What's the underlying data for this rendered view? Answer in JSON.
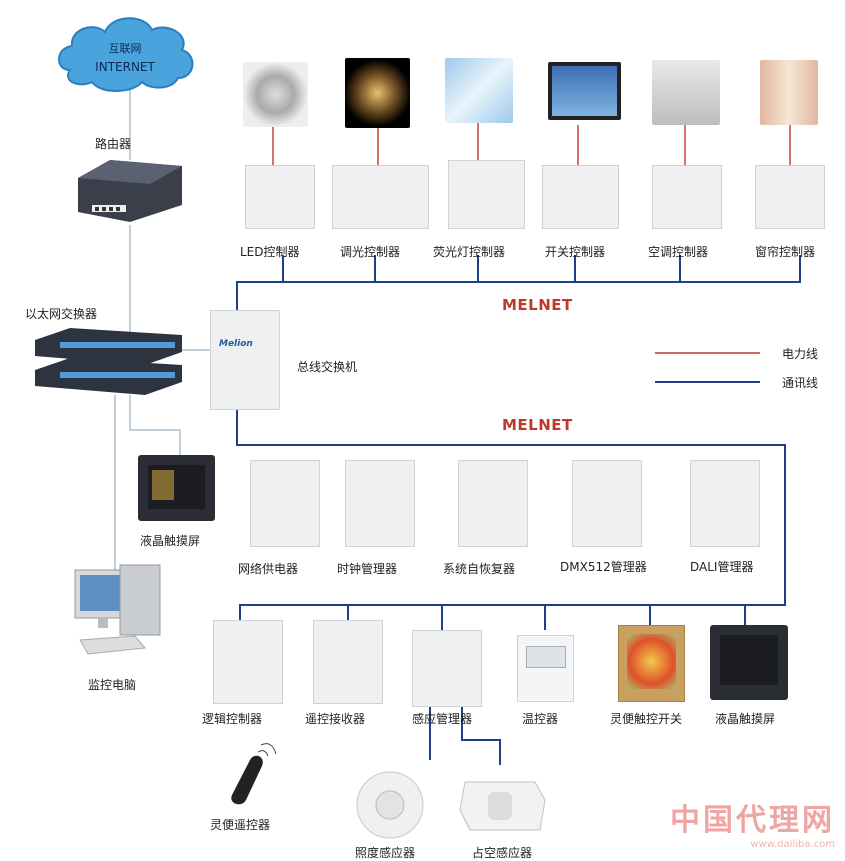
{
  "cloud": {
    "line1": "互联网",
    "line2": "INTERNET"
  },
  "router_label": "路由器",
  "switch_label": "以太网交换器",
  "bus_switch_label": "总线交换机",
  "bus_name_top": "MELNET",
  "bus_name_bottom": "MELNET",
  "brand": "Melion",
  "legend": {
    "power": "电力线",
    "comm": "通讯线",
    "power_color": "#c0392b",
    "comm_color": "#1f3f8a"
  },
  "top_row": [
    "LED控制器",
    "调光控制器",
    "荧光灯控制器",
    "开关控制器",
    "空调控制器",
    "窗帘控制器"
  ],
  "middle_row": [
    "网络供电器",
    "时钟管理器",
    "系统自恢复器",
    "DMX512管理器",
    "DALI管理器"
  ],
  "bottom_row": [
    "逻辑控制器",
    "遥控接收器",
    "感应管理器",
    "温控器",
    "灵便触控开关",
    "液晶触摸屏"
  ],
  "lcd_left_label": "液晶触摸屏",
  "pc_label": "监控电脑",
  "remote_label": "灵便遥控器",
  "sensors": [
    "照度感应器",
    "占空感应器"
  ],
  "watermark": {
    "title": "中国代理网",
    "url": "www.dailiba.com"
  }
}
